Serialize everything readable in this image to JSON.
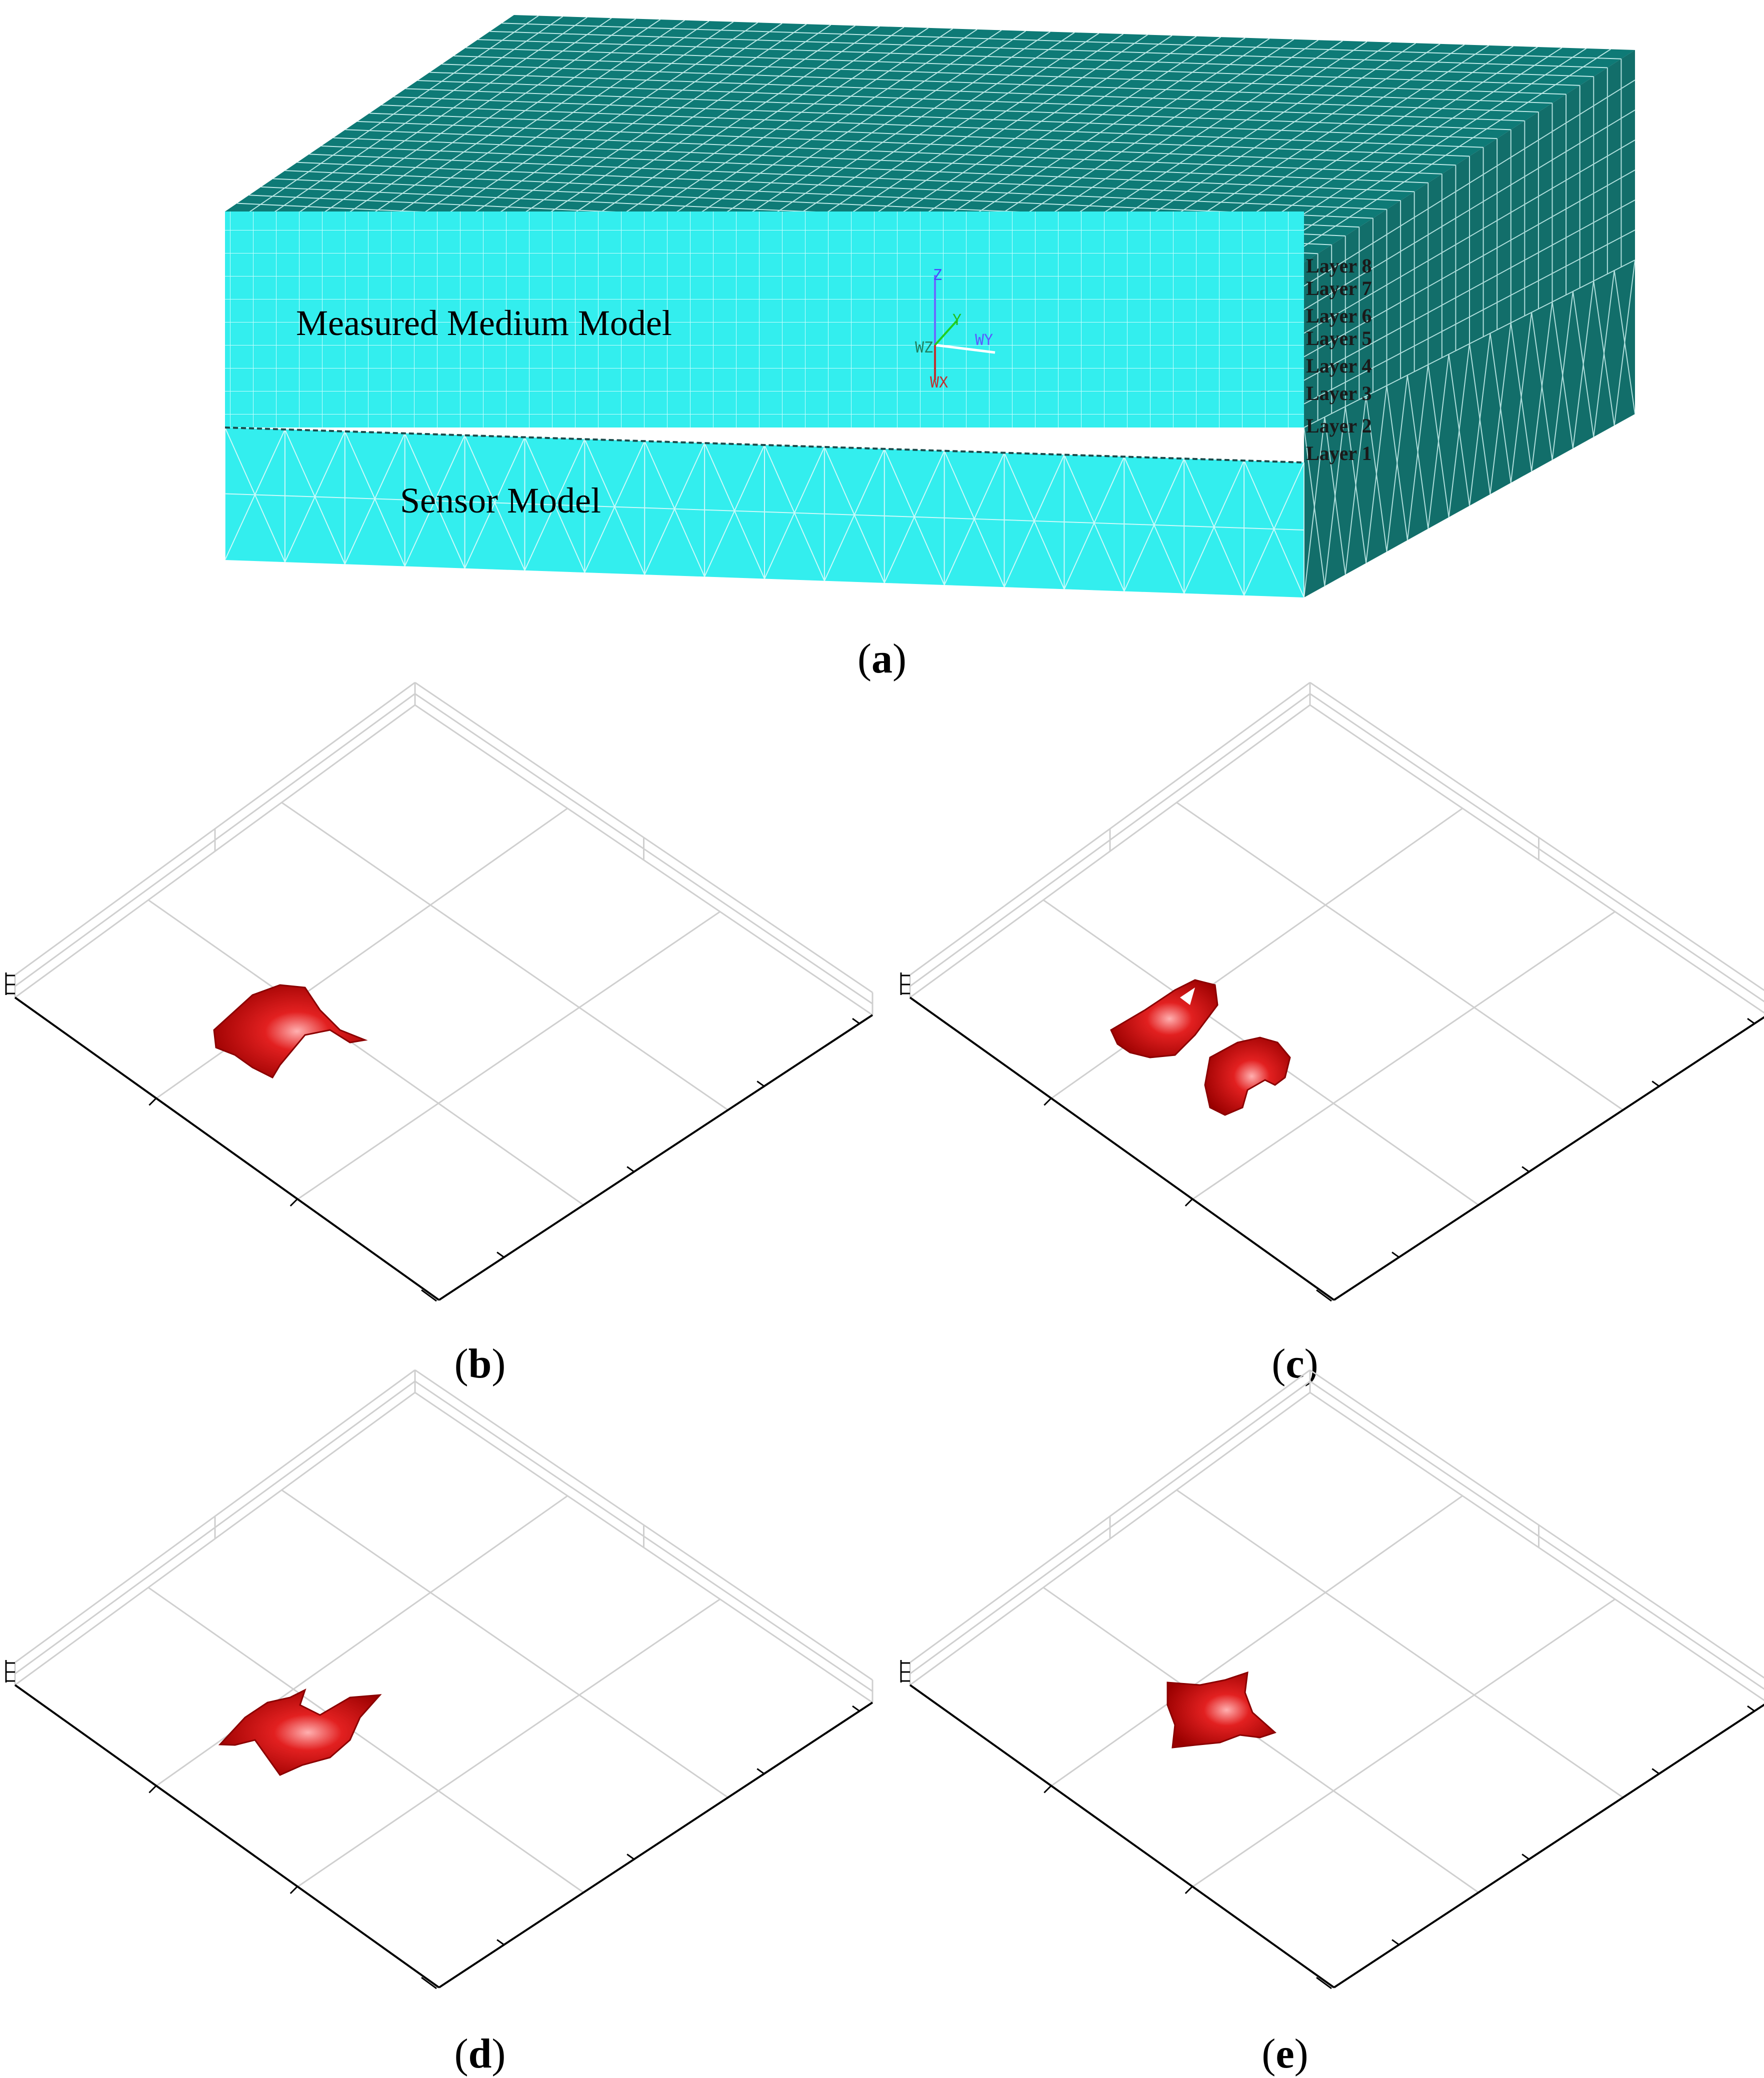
{
  "panel_a": {
    "caption_letter": "a",
    "medium_label": "Measured Medium Model",
    "sensor_label": "Sensor Model",
    "layers": [
      "Layer 8",
      "Layer 7",
      "Layer 6",
      "Layer 5",
      "Layer 4",
      "Layer 3",
      "Layer 2",
      "Layer 1"
    ],
    "triad": {
      "z": "Z",
      "y": "Y",
      "wy": "WY",
      "wz": "WZ",
      "wx": "WX"
    },
    "colors": {
      "front_face": "#33eeee",
      "top_face": "#0e7a76",
      "side_face": "#126e6a",
      "mesh": "#ffffff"
    }
  },
  "panels_3d": [
    {
      "id": "b",
      "caption_letter": "b",
      "blobs": 1
    },
    {
      "id": "c",
      "caption_letter": "c",
      "blobs": 2
    },
    {
      "id": "d",
      "caption_letter": "d",
      "blobs": 1
    },
    {
      "id": "e",
      "caption_letter": "e",
      "blobs": 1
    }
  ],
  "colors": {
    "blob": "#cc0000",
    "blob_highlight": "#ff8a8a",
    "grid": "#cfcfcf",
    "axis": "#000000"
  }
}
